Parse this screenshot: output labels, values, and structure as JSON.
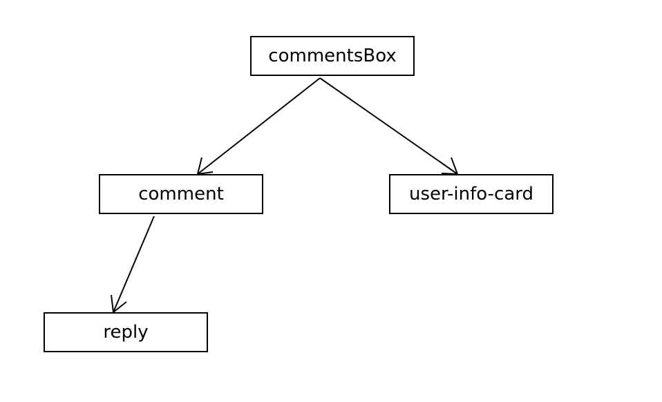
{
  "diagram": {
    "nodes": {
      "root": "commentsBox",
      "comment": "comment",
      "user_card": "user-info-card",
      "reply": "reply"
    },
    "edges": [
      {
        "from": "commentsBox",
        "to": "comment"
      },
      {
        "from": "commentsBox",
        "to": "user-info-card"
      },
      {
        "from": "comment",
        "to": "reply"
      }
    ],
    "colors": {
      "stroke": "#000000",
      "background": "#ffffff"
    }
  }
}
